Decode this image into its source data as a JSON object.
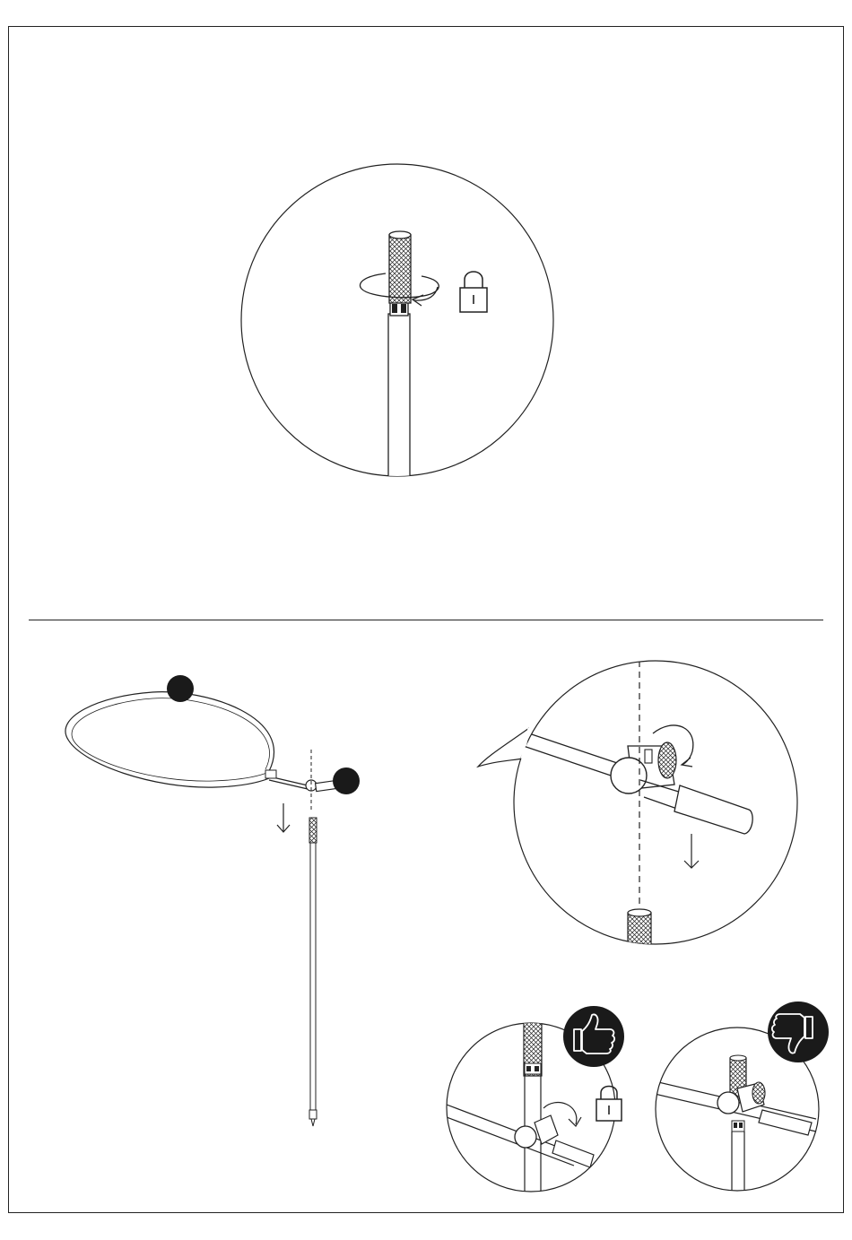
{
  "document": {
    "type": "assembly-instructions",
    "steps": [
      {
        "id": "tighten-pole-top",
        "icons": [
          "rotate-arrow-icon",
          "lock-icon"
        ]
      },
      {
        "id": "attach-shade-to-pole",
        "markers": [
          "marker-dot-1",
          "marker-dot-2"
        ],
        "icons": [
          "down-arrow-icon",
          "rotate-arrow-icon",
          "lock-icon",
          "thumbs-up-icon",
          "thumbs-down-icon"
        ]
      }
    ]
  },
  "colors": {
    "ink": "#222222",
    "paper": "#ffffff",
    "badge": "#1a1a1a"
  }
}
